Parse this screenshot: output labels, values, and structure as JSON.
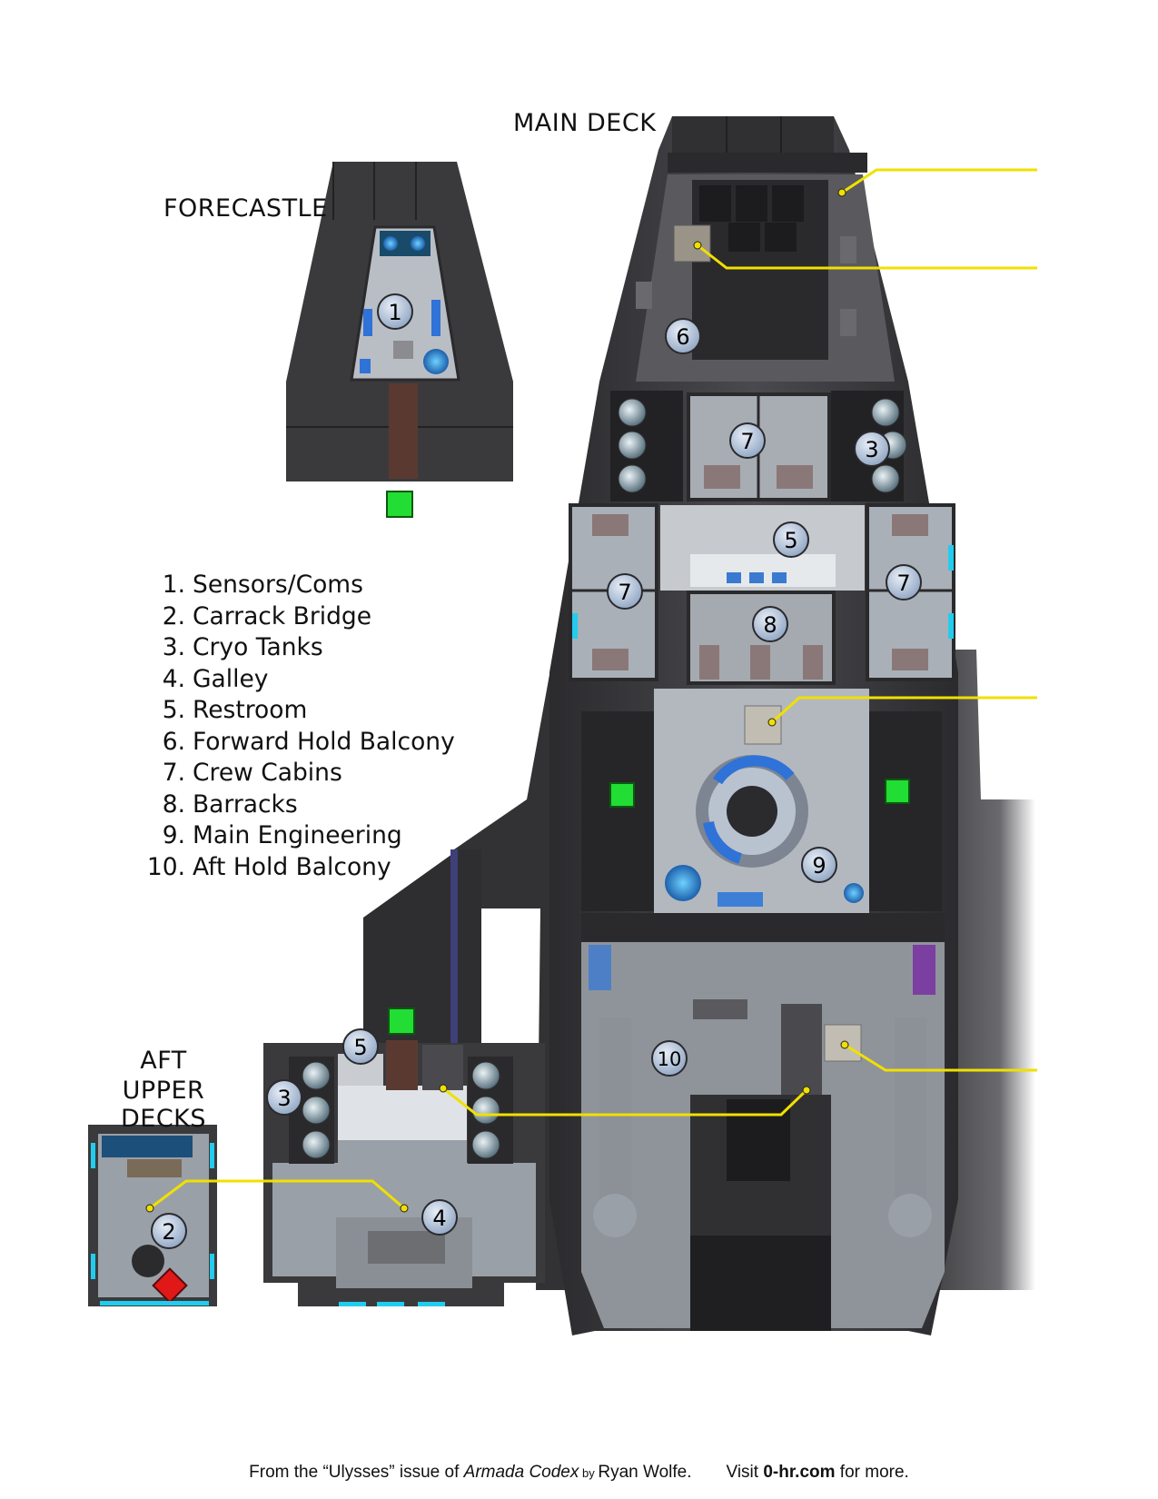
{
  "map": {
    "titles": {
      "main_deck": "MAIN DECK",
      "forecastle": "FORECASTLE",
      "aft_upper_line1": "AFT",
      "aft_upper_line2": "UPPER DECKS"
    },
    "legend": [
      {
        "num": "1.",
        "label": "Sensors/Coms"
      },
      {
        "num": "2.",
        "label": "Carrack Bridge"
      },
      {
        "num": "3.",
        "label": "Cryo Tanks"
      },
      {
        "num": "4.",
        "label": "Galley"
      },
      {
        "num": "5.",
        "label": "Restroom"
      },
      {
        "num": "6.",
        "label": "Forward Hold Balcony"
      },
      {
        "num": "7.",
        "label": "Crew Cabins"
      },
      {
        "num": "8.",
        "label": "Barracks"
      },
      {
        "num": "9.",
        "label": "Main Engineering"
      },
      {
        "num": "10.",
        "label": "Aft Hold Balcony"
      }
    ],
    "markers": {
      "m1": "1",
      "m2": "2",
      "m3a": "3",
      "m3b": "3",
      "m4": "4",
      "m5a": "5",
      "m5b": "5",
      "m6": "6",
      "m7a": "7",
      "m7b": "7",
      "m7c": "7",
      "m8": "8",
      "m9": "9",
      "m10": "10"
    },
    "colors": {
      "hull": "#3a3a3c",
      "floor": "#b9bec4",
      "connector": "#f0e000",
      "access_marker": "#22dd33",
      "bridge_marker": "#e01818",
      "light_strip": "#22ccee"
    }
  },
  "footer": {
    "part1": "From the “Ulysses” issue of ",
    "magazine": "Armada Codex",
    "by": " by ",
    "author": "Ryan Wolfe.",
    "visit": "Visit ",
    "site": "0-hr.com",
    "more": " for more."
  }
}
